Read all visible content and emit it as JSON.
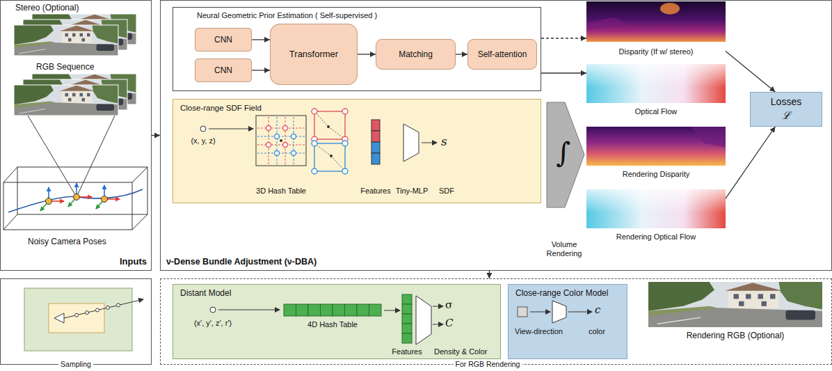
{
  "diagram": {
    "nodes": [
      {
        "text": [
          "Inputs"
        ]
      },
      {
        "text": [
          "ν-Dense Bundle Adjustment (ν-DBA)"
        ]
      },
      {
        "text": [
          "Neural Geometric Prior Estimation ( Self-supervised )"
        ],
        "in": 1
      },
      {
        "text": [
          "CNN"
        ],
        "in": 2
      },
      {
        "text": [
          "CNN"
        ],
        "in": 2
      },
      {
        "text": [
          "Transformer"
        ],
        "in": 2
      },
      {
        "text": [
          "Matching"
        ],
        "in": 2
      },
      {
        "text": [
          "Self-attention"
        ],
        "in": 2
      },
      {
        "text": [
          "Close-range SDF Field"
        ],
        "in": 1
      },
      {
        "text": [
          "∫",
          "Volume Rendering"
        ],
        "in": 1
      },
      {
        "text": [
          "Disparity (If w/ stereo)"
        ],
        "in": 1
      },
      {
        "text": [
          "Optical Flow"
        ],
        "in": 1
      },
      {
        "text": [
          "Rendering Disparity"
        ],
        "in": 1
      },
      {
        "text": [
          "Rendering Optical Flow"
        ],
        "in": 1
      },
      {
        "text": [
          "Losses",
          "ℒ"
        ],
        "in": 1
      },
      {
        "text": [
          "Sampling"
        ]
      },
      {
        "text": [
          "For RGB Rendering"
        ]
      },
      {
        "text": [
          "Distant Model"
        ],
        "in": 16
      },
      {
        "text": [
          "Close-range Color Model"
        ],
        "in": 16
      },
      {
        "text": [
          "Rendering RGB (Optional)"
        ],
        "in": 16
      }
    ],
    "edges": [
      {
        "from": 0,
        "to": 1,
        "arrow": "to"
      },
      {
        "from": 3,
        "to": 5,
        "arrow": "to"
      },
      {
        "from": 4,
        "to": 5,
        "arrow": "to"
      },
      {
        "from": 5,
        "to": 6,
        "arrow": "to"
      },
      {
        "from": 6,
        "to": 7,
        "arrow": "to"
      },
      {
        "from": 2,
        "to": 10,
        "arrow": "to"
      },
      {
        "from": 2,
        "to": 11,
        "arrow": "to"
      },
      {
        "from": 10,
        "to": 14,
        "arrow": "to"
      },
      {
        "from": 13,
        "to": 14,
        "arrow": "to"
      },
      {
        "from": 1,
        "to": 16,
        "arrow": "to"
      }
    ],
    "labels": [
      "Stereo (Optional)",
      "RGB Sequence",
      "Noisy Camera Poses",
      "(x, y, z)",
      "3D Hash Table",
      "Features",
      "Tiny-MLP",
      "s",
      "SDF",
      "(x′, y′, z′, r′)",
      "4D Hash Table",
      "Features",
      "σ",
      "C",
      "Density & Color",
      "View-direction",
      "c",
      "color"
    ]
  }
}
